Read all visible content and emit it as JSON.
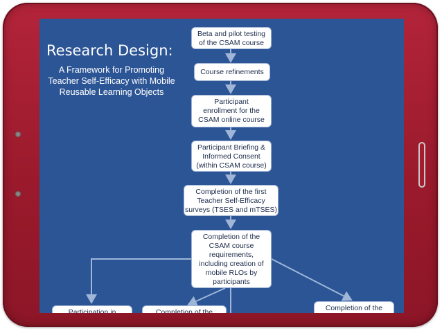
{
  "slide": {
    "title": "Research Design:",
    "subtitle": "A Framework for Promoting Teacher Self-Efficacy with Mobile Reusable Learning Objects"
  },
  "flowchart": {
    "steps": [
      "Beta and pilot testing\nof the CSAM course",
      "Course refinements",
      "Participant\nenrollment for the\nCSAM online course",
      "Participant Briefing &\nInformed Consent\n(within CSAM course)",
      "Completion of the first\nTeacher Self-Efficacy\nsurveys (TSES and mTSES)",
      "Completion of the\nCSAM course\nrequirements,\nincluding creation of\nmobile RLOs by\nparticipants"
    ],
    "branches": [
      "Participation in",
      "Completion of the",
      "Completion of the"
    ]
  },
  "colors": {
    "tablet_frame": "#9a1a2c",
    "screen_background": "#2c5596",
    "box_fill": "#ffffff",
    "connector": "#9fb6d8"
  }
}
